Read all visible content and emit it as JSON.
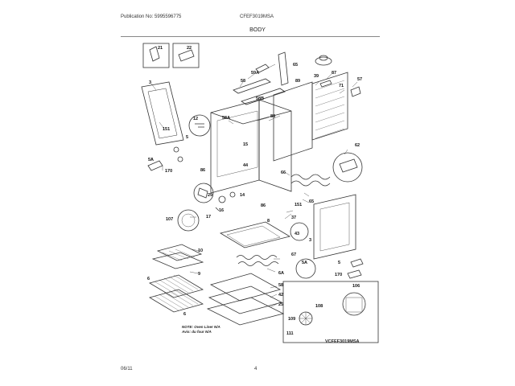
{
  "header": {
    "publication": "Publication No: 5995596775",
    "model": "CFEF3019MSA",
    "title": "BODY"
  },
  "footer": {
    "date": "06/11",
    "page": "4"
  },
  "note": {
    "line1": "NOTE: Oven Liner N/A",
    "line2": "Avis: du four N/A"
  },
  "inset_model": "VCFEF3019MSA",
  "callouts": [
    "21",
    "22",
    "65",
    "3",
    "59A",
    "39",
    "87",
    "57",
    "58",
    "89",
    "71",
    "58B",
    "12",
    "58A",
    "88",
    "151",
    "15",
    "5",
    "62",
    "5A",
    "86",
    "44",
    "170",
    "66",
    "14",
    "29",
    "16",
    "17",
    "151",
    "86",
    "37",
    "65",
    "107",
    "8",
    "43",
    "3",
    "10",
    "67",
    "5A",
    "5",
    "9",
    "6A",
    "170",
    "6",
    "58",
    "42",
    "25",
    "106",
    "6",
    "109",
    "108",
    "111"
  ]
}
